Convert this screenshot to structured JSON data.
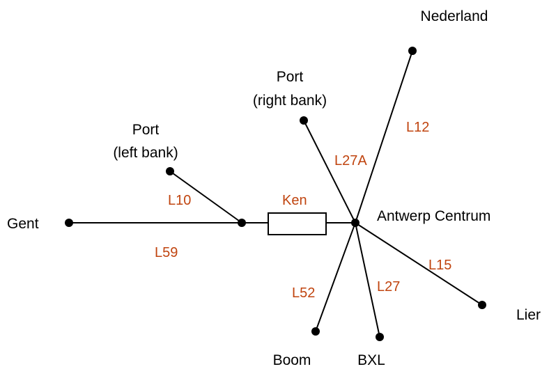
{
  "colors": {
    "line": "#000000",
    "node": "#000000",
    "line_label": "#c0440f",
    "place": "#000000"
  },
  "places": {
    "gent": "Gent",
    "port_left": [
      "Port",
      "(left bank)"
    ],
    "port_right": [
      "Port",
      "(right bank)"
    ],
    "nederland": "Nederland",
    "antwerp": "Antwerp Centrum",
    "lier": "Lier",
    "boom": "Boom",
    "bxl": "BXL"
  },
  "lines": {
    "l10": "L10",
    "l59": "L59",
    "ken": "Ken",
    "l27a": "L27A",
    "l12": "L12",
    "l15": "L15",
    "l52": "L52",
    "l27": "L27"
  }
}
